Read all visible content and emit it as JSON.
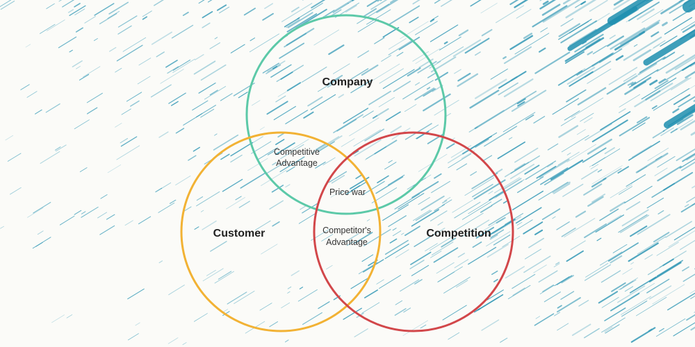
{
  "diagram": {
    "type": "venn",
    "colors": {
      "background": "#fbfbf8",
      "texture": "#1f8fb0",
      "company": "#5cc9a8",
      "customer": "#f2b234",
      "competition": "#d2474a"
    },
    "sets": {
      "company": {
        "label": "Company"
      },
      "customer": {
        "label": "Customer"
      },
      "competition": {
        "label": "Competition"
      }
    },
    "intersections": {
      "company_customer": {
        "line1": "Competitive",
        "line2": "Advantage"
      },
      "all_three": {
        "label": "Price war"
      },
      "customer_competition": {
        "line1": "Competitor's",
        "line2": "Advantage"
      }
    }
  }
}
